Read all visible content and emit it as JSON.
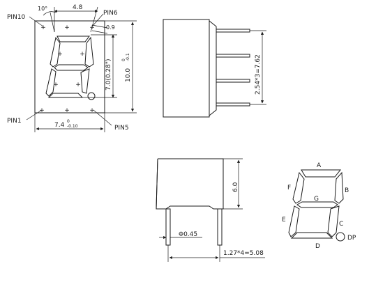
{
  "front_view": {
    "pin10": "PIN10",
    "pin6": "PIN6",
    "pin1": "PIN1",
    "pin5": "PIN5",
    "angle": "10°",
    "top_width": "4.8",
    "segment_thickness": "0.9",
    "digit_height": "7.0(0.28\")",
    "body_height": "10.0",
    "body_height_tol_upper": "0",
    "body_height_tol_lower": "-0.1",
    "body_width": "7.4",
    "body_width_tol_upper": "0",
    "body_width_tol_lower": "-0.10"
  },
  "side_view": {
    "pitch": "2.54*3=7.62"
  },
  "bottom_view": {
    "height": "6.0",
    "pin_diameter": "Φ0.45",
    "pitch": "1.27*4=5.08"
  },
  "segment_diagram": {
    "a": "A",
    "b": "B",
    "c": "C",
    "d": "D",
    "e": "E",
    "f": "F",
    "g": "G",
    "dp": "DP"
  }
}
